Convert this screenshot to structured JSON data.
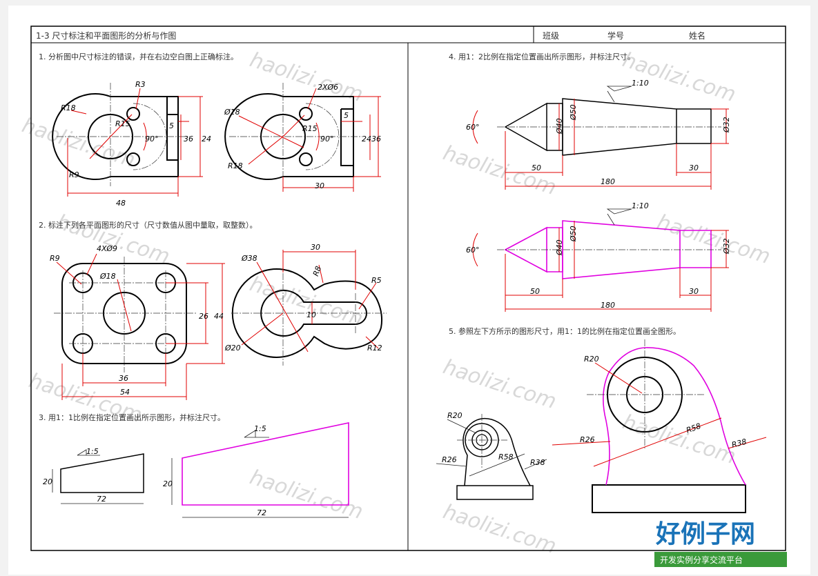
{
  "header": {
    "title": "1-3 尺寸标注和平面图形的分析与作图",
    "class_label": "班级",
    "student_no_label": "学号",
    "name_label": "姓名"
  },
  "tasks": {
    "t1": "1. 分析图中尺寸标注的错误，并在右边空白图上正确标注。",
    "t2": "2. 标注下列各平面图形的尺寸（尺寸数值从图中量取，取整数）。",
    "t3": "3. 用1：1比例在指定位置画出所示图形，并标注尺寸。",
    "t4": "4. 用1：2比例在指定位置画出所示图形，并标注尺寸。",
    "t5": "5. 参照左下方所示的图形尺寸，用1：1的比例在指定位置画全图形。"
  },
  "dims": {
    "p1a": {
      "r18": "R18",
      "r3": "R3",
      "r15": "R15",
      "r9": "R9",
      "a90": "90°",
      "d5": "5",
      "d36": "36",
      "d24": "24",
      "d48": "48"
    },
    "p1b": {
      "d18": "Ø18",
      "n2x6": "2XØ6",
      "r15": "R15",
      "r18": "R18",
      "a90": "90°",
      "d5": "5",
      "d24": "24",
      "d36": "36",
      "d30": "30"
    },
    "p2a": {
      "r9": "R9",
      "n4x9": "4XØ9",
      "d18": "Ø18",
      "d26": "26",
      "d44": "44",
      "d36": "36",
      "d54": "54"
    },
    "p2b": {
      "d38": "Ø38",
      "d30": "30",
      "r8": "R8",
      "r5": "R5",
      "d10": "10",
      "d20": "Ø20",
      "r12": "R12"
    },
    "p3": {
      "taper_small": "1:5",
      "d20s": "20",
      "d72s": "72",
      "taper_big": "1:5",
      "d20b": "20",
      "d72b": "72"
    },
    "p4": {
      "taper": "1:10",
      "a60": "60°",
      "d40": "Ø40",
      "d50": "Ø50",
      "d32": "Ø32",
      "d50l": "50",
      "d30": "30",
      "d180": "180"
    },
    "p4b": {
      "taper": "1:10",
      "a60": "60°",
      "d40": "Ø40",
      "d50": "Ø50",
      "d32": "Ø32",
      "d50l": "50",
      "d30": "30",
      "d180": "180"
    },
    "p5s": {
      "r20": "R20",
      "r26": "R26",
      "r58": "R58",
      "r38": "R38"
    },
    "p5b": {
      "r20": "R20",
      "r26": "R26",
      "r58": "R58",
      "r38": "R38"
    }
  },
  "watermark": "haolizi.com",
  "brand": {
    "name": "好例子网",
    "slogan": "开发实例分享交流平台"
  },
  "colors": {
    "dimension": "#e00000",
    "answer": "#e000e0",
    "outline": "#000000",
    "brand": "#1a73b8"
  }
}
